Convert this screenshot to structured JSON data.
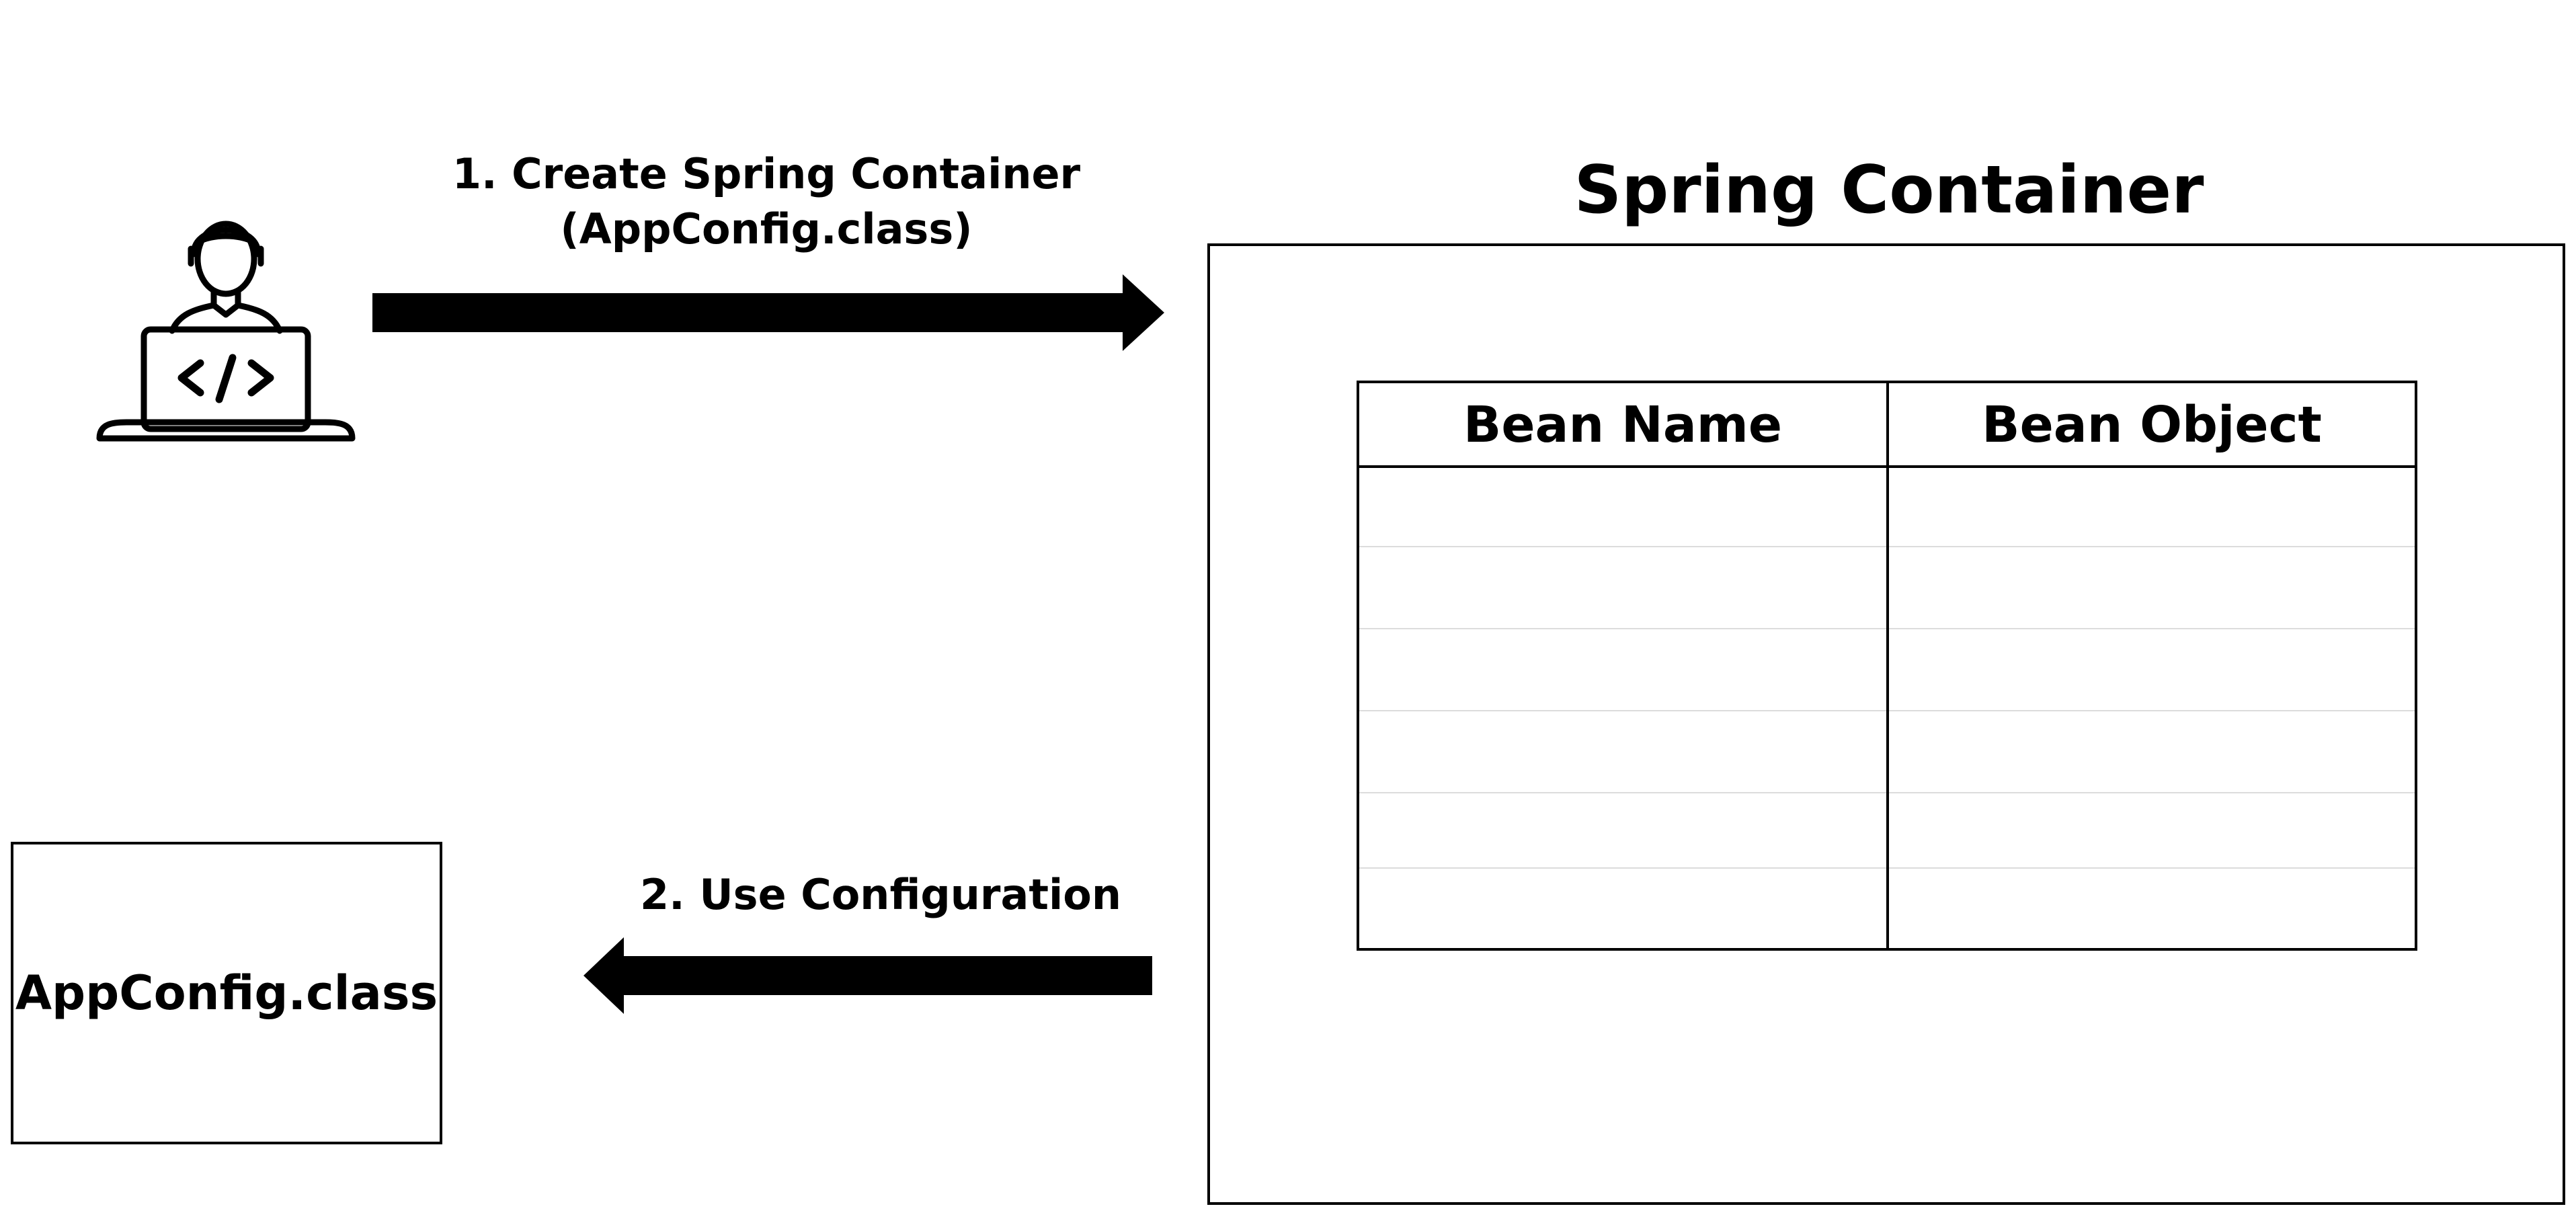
{
  "diagram": {
    "step1": {
      "line1": "1. Create Spring Container",
      "line2": "(AppConfig.class)"
    },
    "step2": {
      "label": "2. Use Configuration"
    },
    "container": {
      "title": "Spring Container",
      "table": {
        "headers": [
          "Bean Name",
          "Bean Object"
        ],
        "rows": [
          [
            "",
            ""
          ],
          [
            "",
            ""
          ],
          [
            "",
            ""
          ],
          [
            "",
            ""
          ],
          [
            "",
            ""
          ],
          [
            "",
            ""
          ]
        ]
      }
    },
    "config_box": {
      "label": "AppConfig.class"
    },
    "icons": {
      "developer": "developer-laptop-code-icon"
    },
    "colors": {
      "stroke": "#000000",
      "row_divider": "#dcdcdc",
      "background": "#ffffff"
    }
  }
}
